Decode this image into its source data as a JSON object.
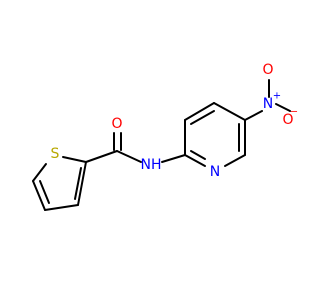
{
  "colors": {
    "bond": "#000000",
    "sulfur": "#b8a800",
    "oxygen": "#ff0000",
    "nitrogen": "#0000ff",
    "background": "#ffffff"
  },
  "atoms": {
    "sulfur": "S",
    "carbonyl_oxygen": "O",
    "amide_nh": "NH",
    "pyridine_n": "N",
    "nitro_n": "N",
    "nitro_n_charge": "+",
    "nitro_o_top": "O",
    "nitro_o_right": "O",
    "nitro_o_right_charge": "−"
  }
}
